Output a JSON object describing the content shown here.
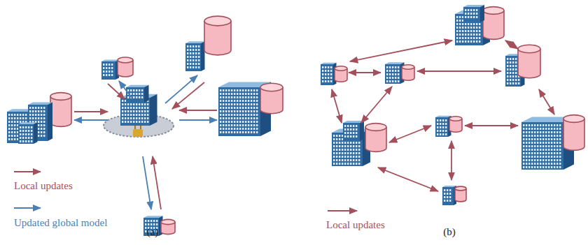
{
  "diagram": {
    "labels": [
      "(a)",
      "(b)"
    ],
    "legend": [
      {
        "text": "Local updates"
      },
      {
        "text": "Updated global model"
      },
      {
        "text": "Local updates"
      }
    ]
  }
}
